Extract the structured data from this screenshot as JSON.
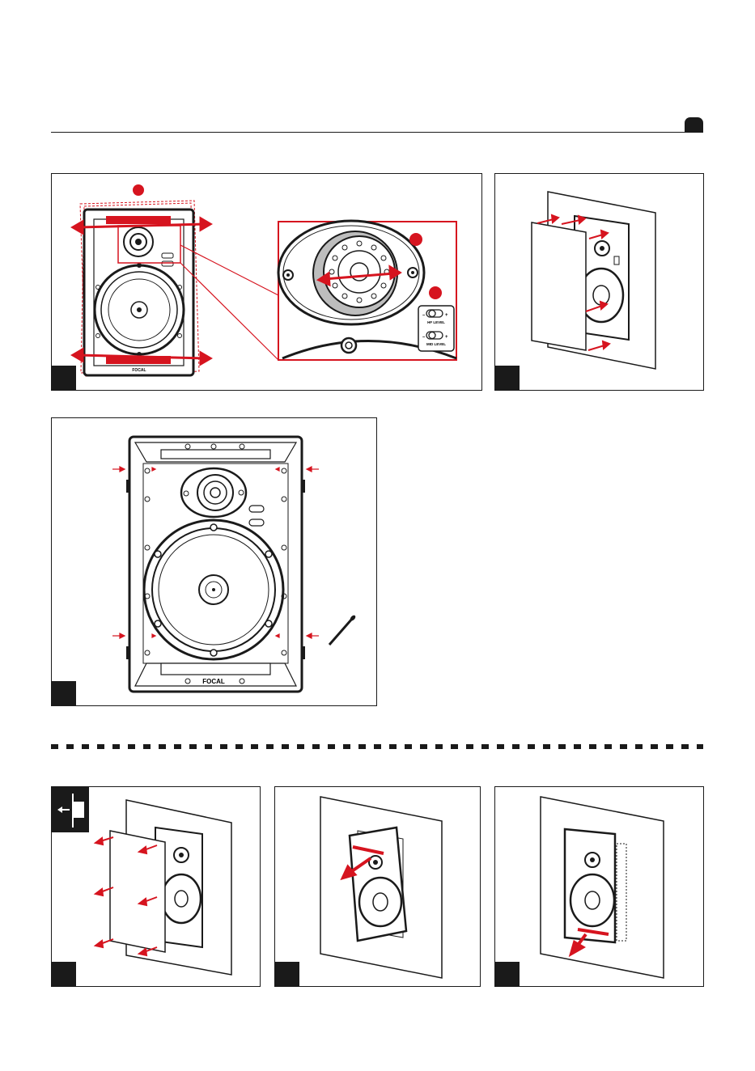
{
  "brand": "FOCAL",
  "levels": {
    "hf": "HF LEVEL",
    "mid": "MID LEVEL",
    "minus": "–",
    "plus": "+"
  },
  "colors": {
    "accent_red": "#d6141f",
    "ink": "#1a1a1a"
  },
  "icons": {
    "removal_badge": "arrow-left-bracket-icon",
    "screw": "screw-icon"
  }
}
